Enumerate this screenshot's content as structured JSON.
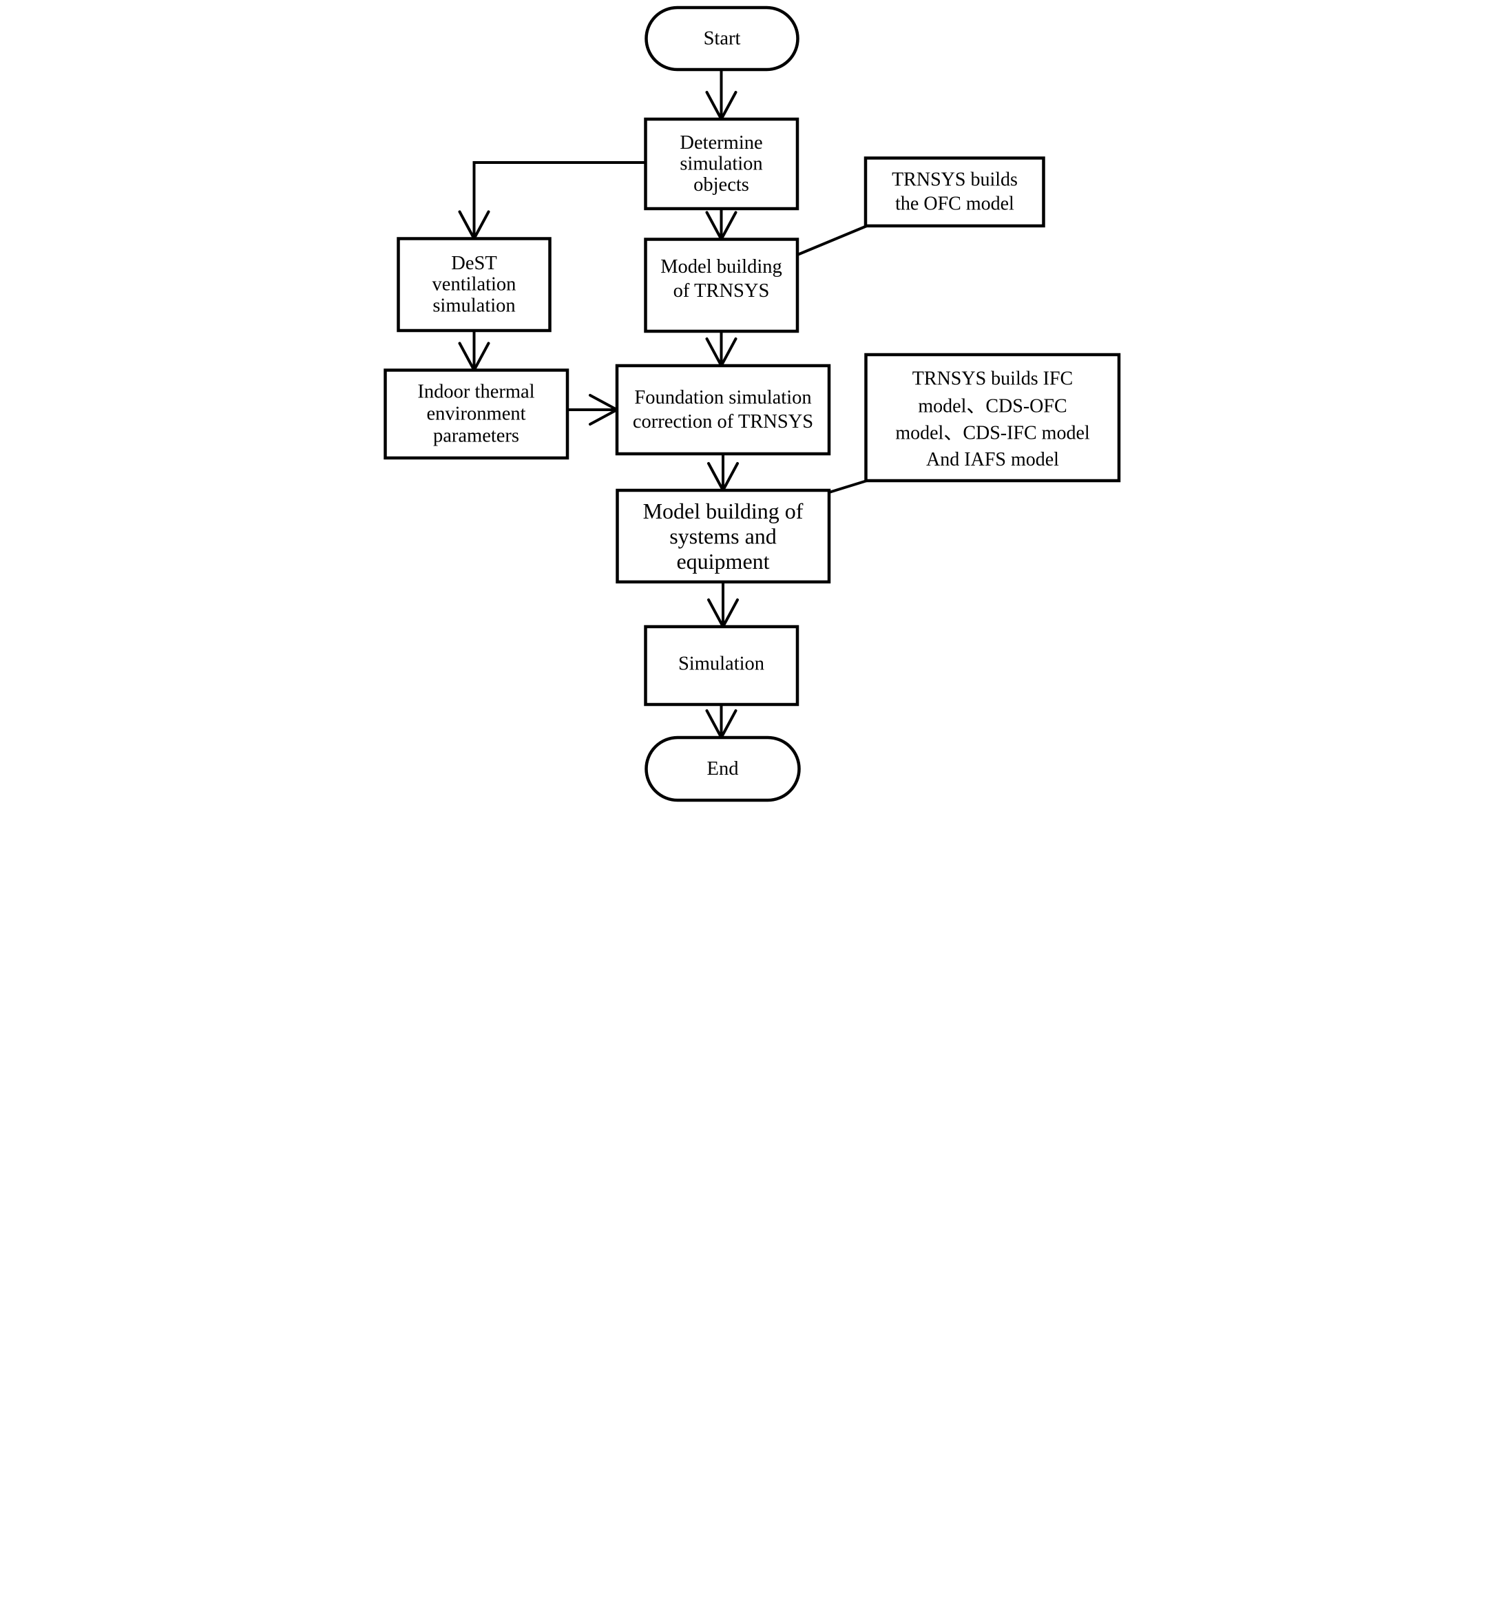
{
  "diagram": {
    "type": "flowchart",
    "colors": {
      "stroke": "#000000",
      "node_fill": "#ffffff",
      "background": "#ffffff",
      "text": "#000000"
    },
    "nodes": {
      "start": {
        "shape": "terminator",
        "label": "Start"
      },
      "determine": {
        "shape": "process",
        "lines": [
          "Determine",
          "simulation",
          "objects"
        ]
      },
      "dest": {
        "shape": "process",
        "lines": [
          "DeST",
          "ventilation",
          "simulation"
        ]
      },
      "model_trnsys": {
        "shape": "process",
        "lines": [
          "Model building",
          "of TRNSYS"
        ]
      },
      "ofc_note": {
        "shape": "annotation",
        "lines": [
          "TRNSYS builds",
          "the OFC model"
        ]
      },
      "indoor": {
        "shape": "process",
        "lines": [
          "Indoor thermal",
          "environment",
          "parameters"
        ]
      },
      "foundation": {
        "shape": "process",
        "lines": [
          "Foundation simulation",
          "correction of TRNSYS"
        ]
      },
      "ifc_note": {
        "shape": "annotation",
        "lines": [
          "TRNSYS builds IFC",
          "model、CDS-OFC",
          "model、CDS-IFC model",
          "And IAFS model"
        ]
      },
      "systems": {
        "shape": "process",
        "lines": [
          "Model building of",
          "systems and",
          "equipment"
        ]
      },
      "simulation": {
        "shape": "process",
        "label": "Simulation"
      },
      "end": {
        "shape": "terminator",
        "label": "End"
      }
    },
    "edges": [
      {
        "from": "start",
        "to": "determine",
        "style": "arrow"
      },
      {
        "from": "determine",
        "to": "dest",
        "style": "arrow-elbow"
      },
      {
        "from": "determine",
        "to": "model_trnsys",
        "style": "arrow"
      },
      {
        "from": "ofc_note",
        "to": "model_trnsys",
        "style": "plain-diagonal"
      },
      {
        "from": "dest",
        "to": "indoor",
        "style": "arrow"
      },
      {
        "from": "model_trnsys",
        "to": "foundation",
        "style": "arrow"
      },
      {
        "from": "indoor",
        "to": "foundation",
        "style": "arrow"
      },
      {
        "from": "foundation",
        "to": "systems",
        "style": "arrow"
      },
      {
        "from": "ifc_note",
        "to": "systems",
        "style": "plain-diagonal"
      },
      {
        "from": "systems",
        "to": "simulation",
        "style": "arrow"
      },
      {
        "from": "simulation",
        "to": "end",
        "style": "arrow"
      }
    ]
  }
}
